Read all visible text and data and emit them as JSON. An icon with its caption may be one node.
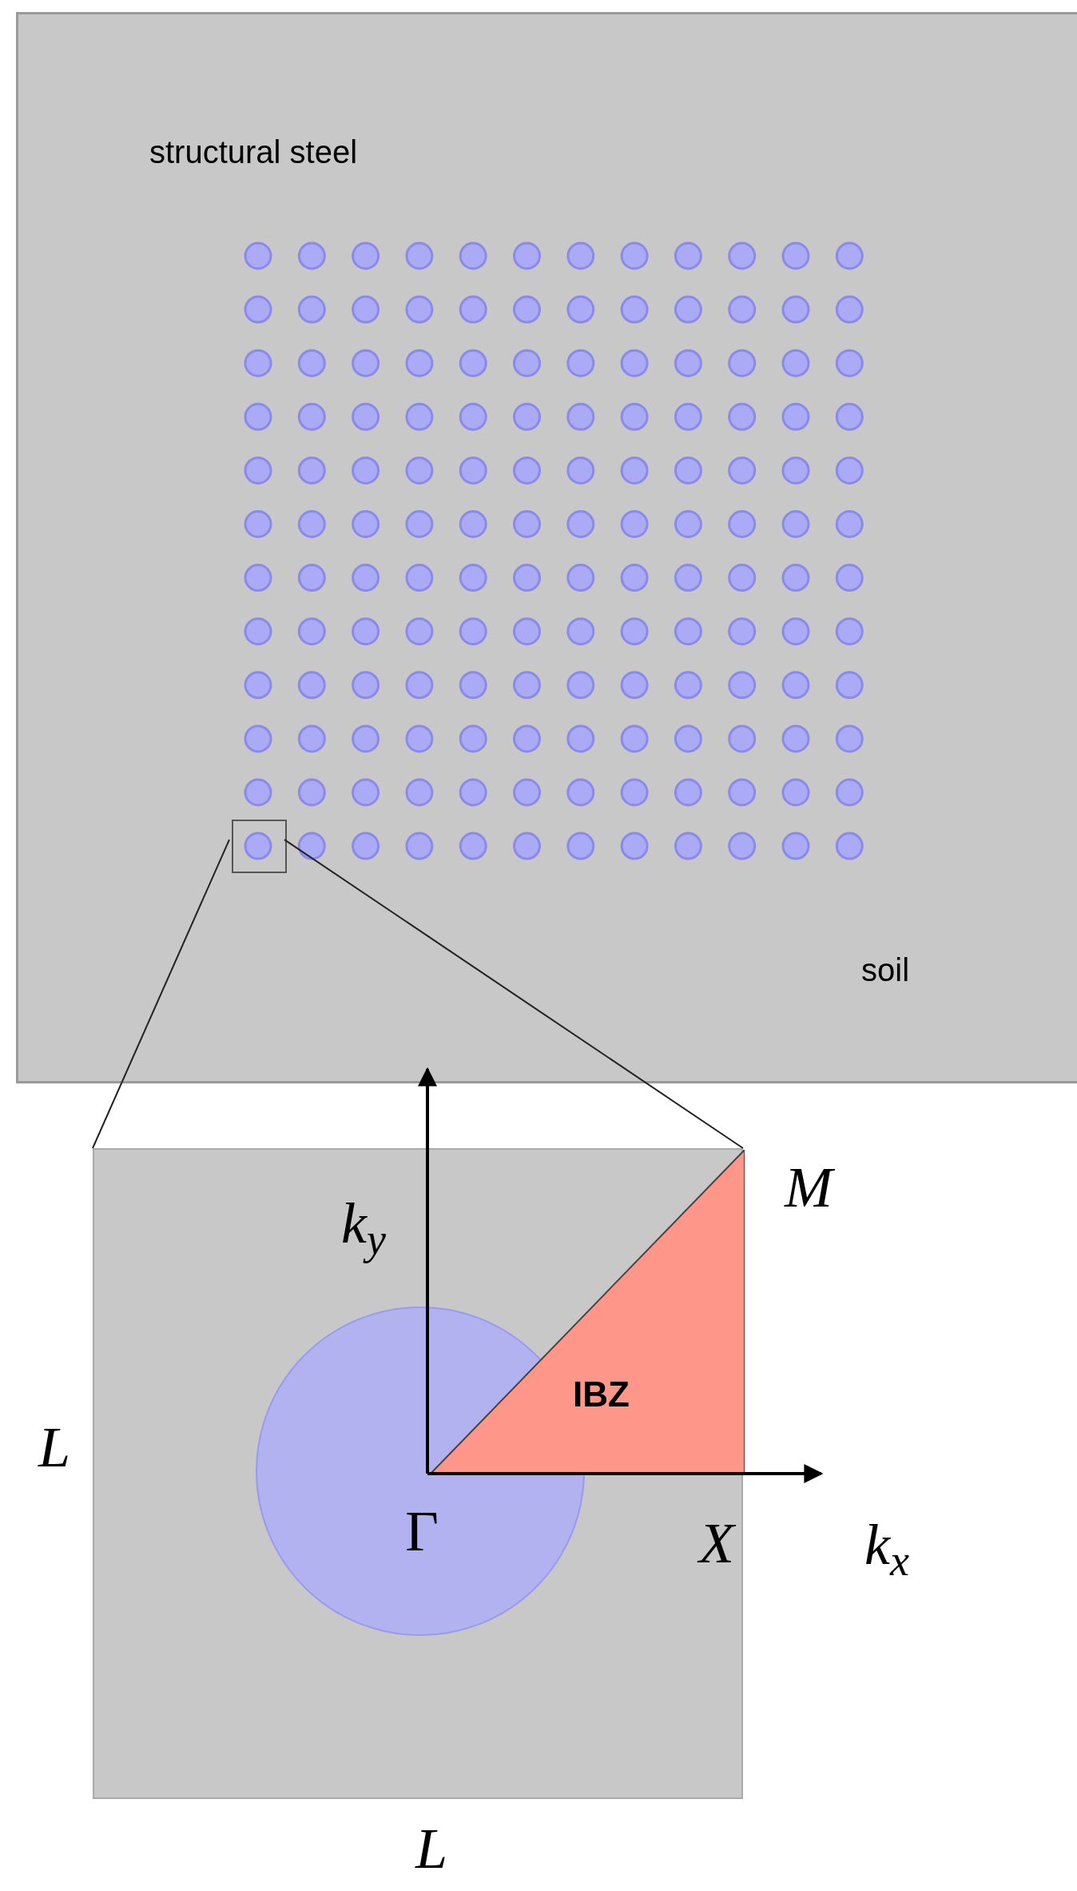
{
  "diagram": {
    "nodes": [
      {
        "text": [
          "structural steel",
          "soil"
        ]
      },
      {
        "text": [],
        "shape": "box",
        "in": 0
      },
      {
        "text": [],
        "shape": "box"
      },
      {
        "text": [
          "IBZ"
        ],
        "in": 2
      }
    ],
    "edges": [
      {
        "from": 1,
        "to": 2,
        "arrow": "none"
      },
      {
        "from": 1,
        "to": 2,
        "arrow": "none"
      }
    ],
    "labels": [
      "k$_{y}$",
      "M",
      "L",
      "k$_{x}$",
      "Γ",
      "X",
      "L"
    ]
  }
}
